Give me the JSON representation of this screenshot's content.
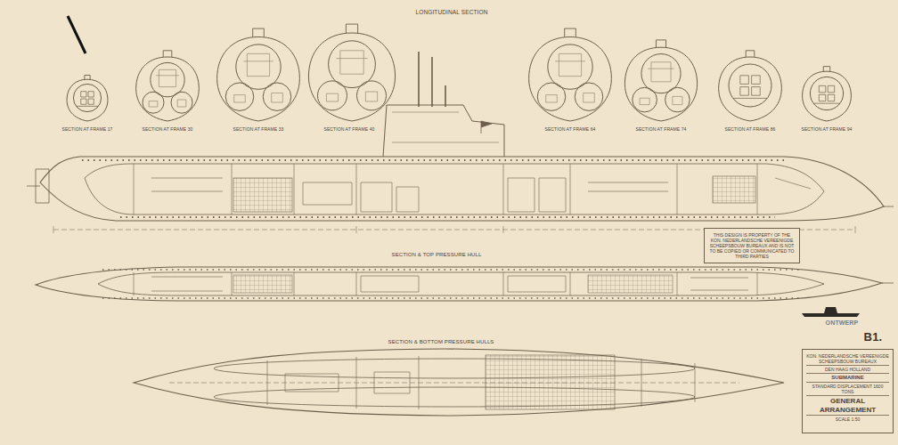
{
  "diagram": {
    "nodes": [
      {
        "text": [
          "THIS DESIGN IS PROPERTY OF THE KON. NEDERLANDSCHE VEREENIGDE SCHEEPSBOUW BUREAUX AND IS NOT TO BE COPIED OR COMMUNICATED TO THIRD PARTIES"
        ]
      },
      {
        "text": [
          "KON. NEDERLANDSCHE VEREENIGDE SCHEEPSBOUW BUREAUX",
          "DEN HAAG HOLLAND",
          "SUBMARINE",
          "STANDARD DISPLACEMENT 1600 TONS",
          "GENERAL ARRANGEMENT",
          "SCALE 1:50"
        ]
      }
    ],
    "labels": [
      "LONGITUDINAL SECTION",
      "SECTION AT FRAME 17",
      "SECTION AT FRAME 30",
      "SECTION AT FRAME 33",
      "SECTION AT FRAME 40",
      "SECTION AT FRAME 64",
      "SECTION AT FRAME 74",
      "SECTION AT FRAME 86",
      "SECTION AT FRAME 94",
      "SECTION & TOP PRESSURE HULL",
      "SECTION & BOTTOM PRESSURE HULLS",
      "ONTWERP",
      "B1."
    ]
  }
}
